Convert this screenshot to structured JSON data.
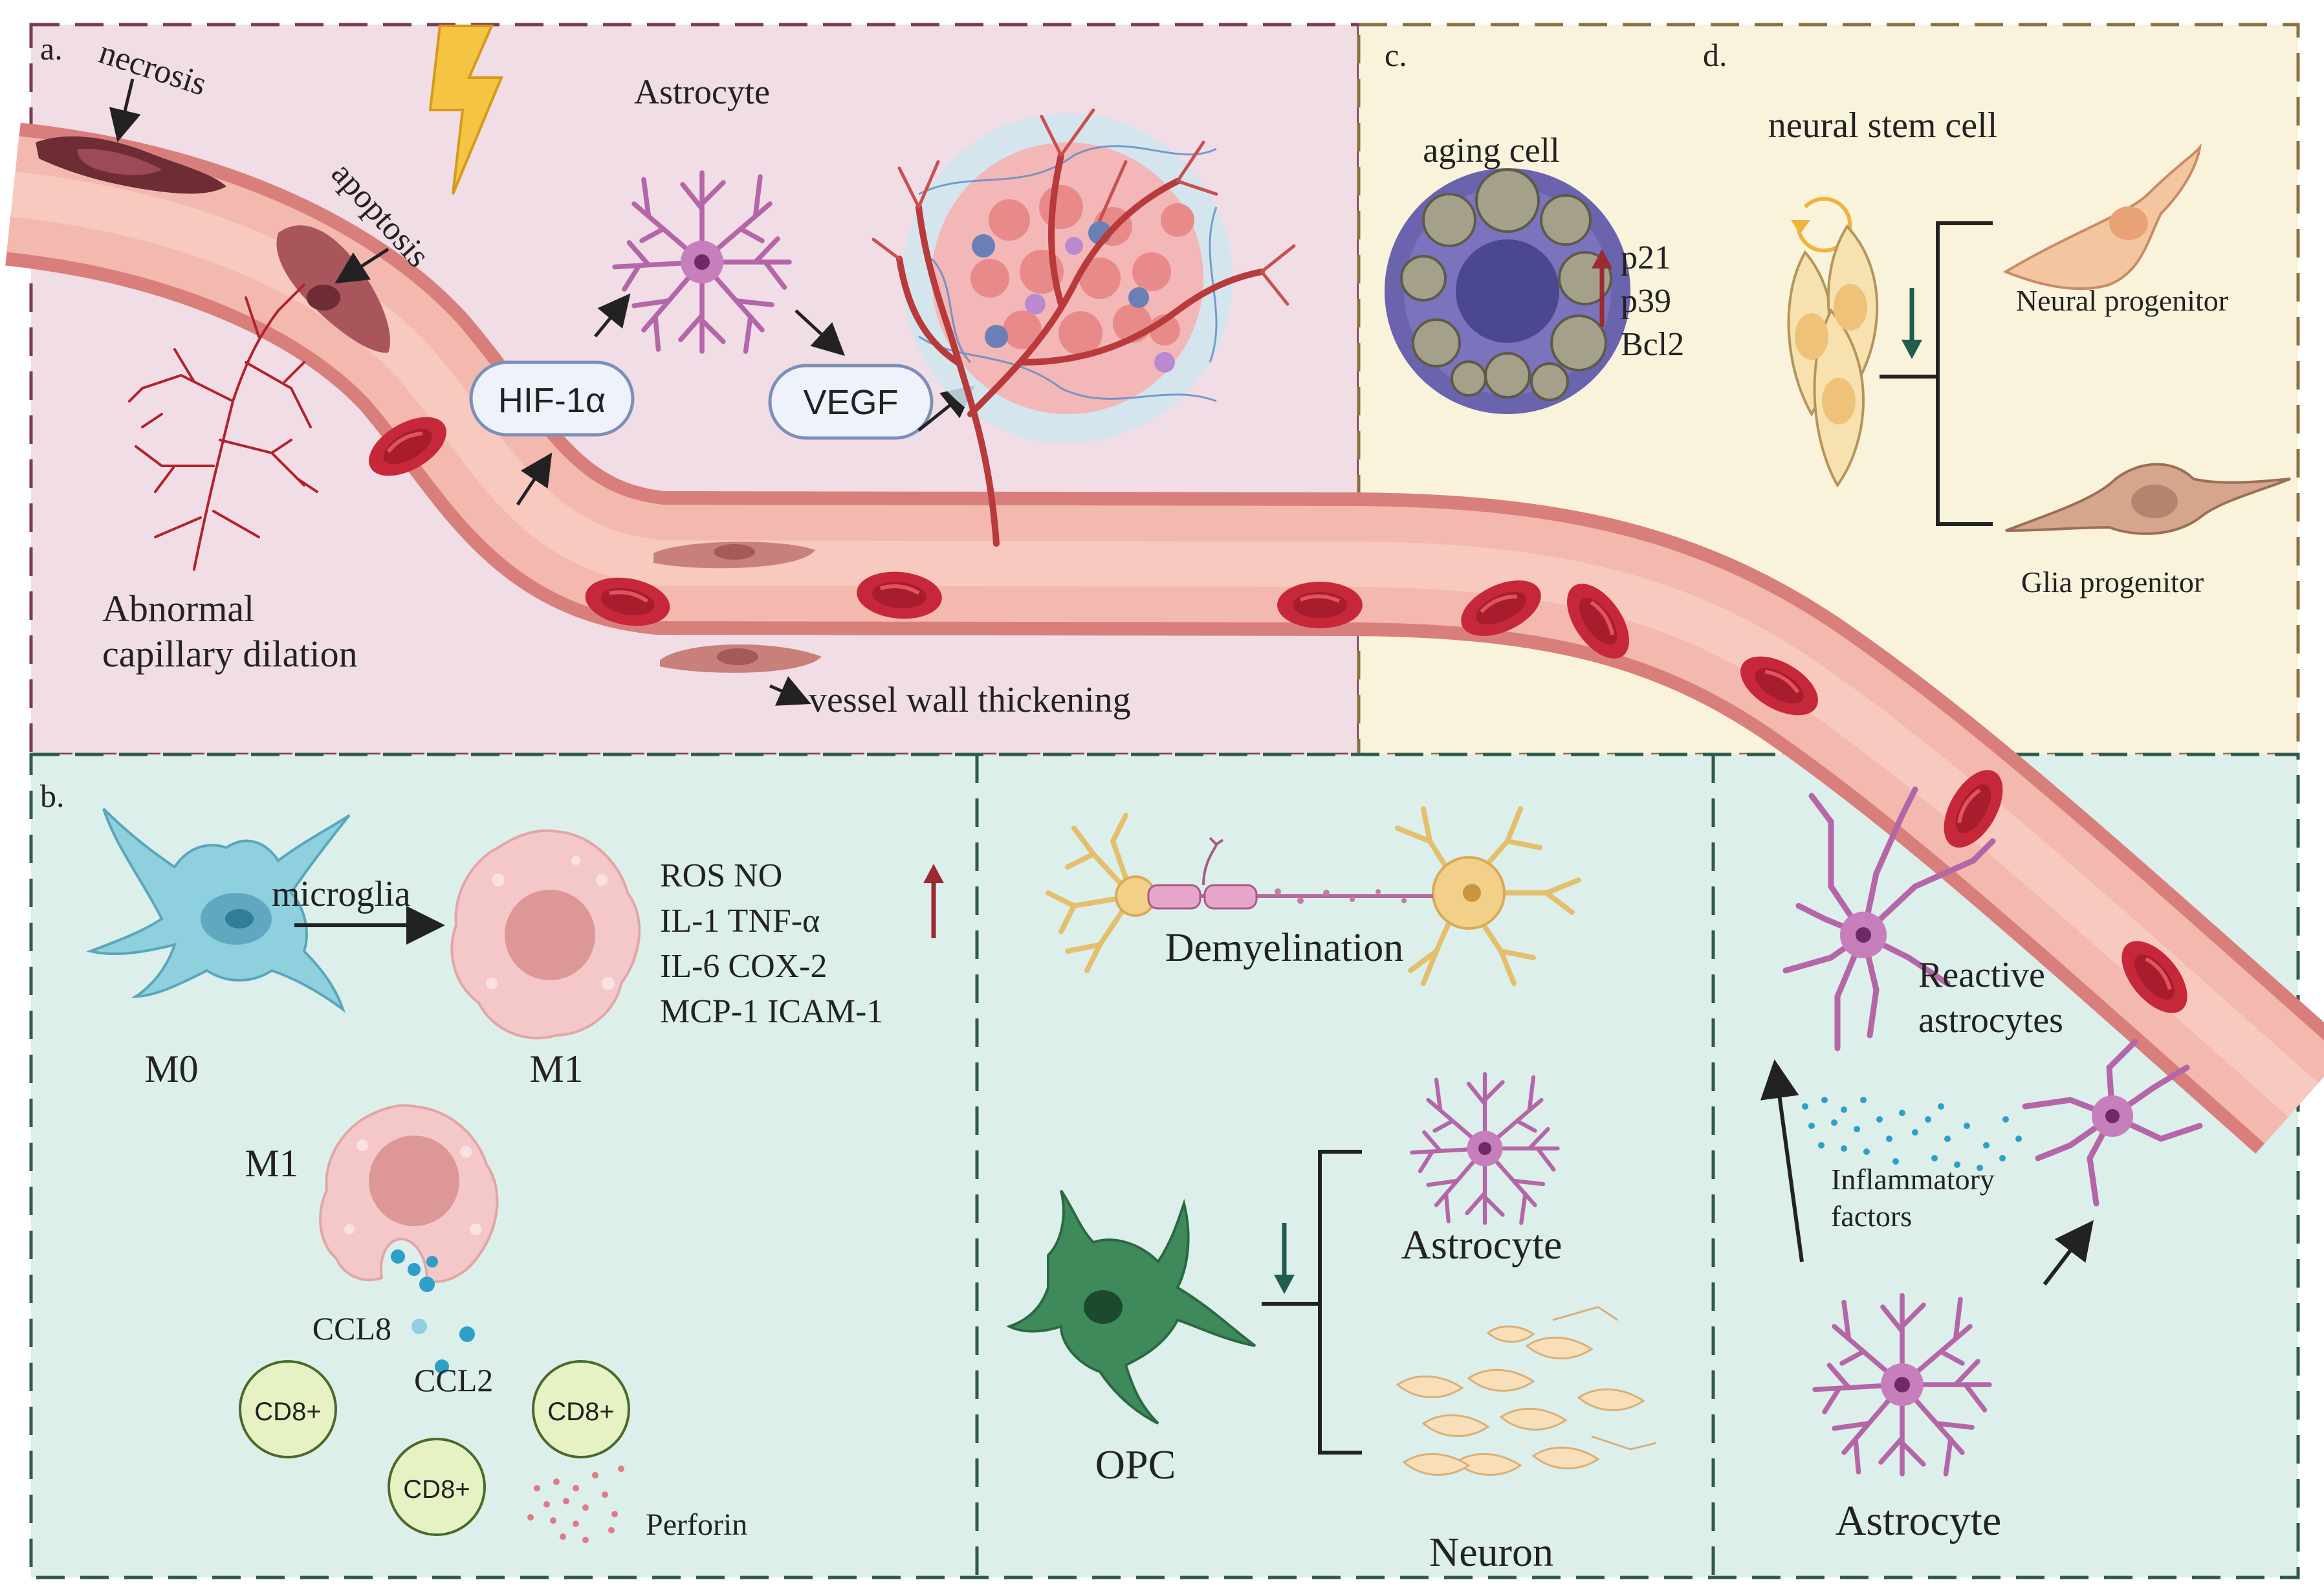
{
  "panels": {
    "a": {
      "letter": "a.",
      "labels": {
        "necrosis": "necrosis",
        "apoptosis": "apoptosis",
        "astrocyte": "Astrocyte",
        "hif": "HIF-1α",
        "vegf": "VEGF",
        "abnormal_line1": "Abnormal",
        "abnormal_line2": "capillary dilation",
        "vessel_wall": "vessel wall thickening"
      }
    },
    "b": {
      "letter": "b.",
      "microglia": {
        "arrow_label": "microglia",
        "m0": "M0",
        "m1": "M1",
        "m1_lower": "M1",
        "factors": [
          "ROS NO",
          "IL-1 TNF-α",
          "IL-6 COX-2",
          "MCP-1 ICAM-1"
        ]
      },
      "chemokines": {
        "ccl8": "CCL8",
        "ccl2": "CCL2"
      },
      "tcells": [
        "CD8+",
        "CD8+",
        "CD8+"
      ],
      "perforin": "Perforin"
    },
    "opc": {
      "demyelination": "Demyelination",
      "opc": "OPC",
      "astrocyte": "Astrocyte",
      "neuron": "Neuron"
    },
    "reactive": {
      "reactive_line1": "Reactive",
      "reactive_line2": "astrocytes",
      "inflam_line1": "Inflammatory",
      "inflam_line2": "factors",
      "astrocyte": "Astrocyte"
    },
    "c": {
      "letter": "c.",
      "aging_cell": "aging cell",
      "markers": [
        "p21",
        "p39",
        "Bcl2"
      ]
    },
    "d": {
      "letter": "d.",
      "nsc": "neural stem cell",
      "neural_prog": "Neural progenitor",
      "glia_prog": "Glia progenitor"
    }
  },
  "colors": {
    "panel_a_bg": "#f1dde6",
    "panel_cd_bg": "#f9f3dc",
    "panel_b_bg": "#dcefeb",
    "vessel": "#eea9a0",
    "rbc": "#c6283a",
    "astrocyte": "#b466a8",
    "microglia": "#8fd0df",
    "m1": "#f4c8c8",
    "opc": "#3f8a5a",
    "neuron": "#f2d08a",
    "up_arrow": "#9c2a31",
    "down_arrow": "#1f5e4e"
  }
}
